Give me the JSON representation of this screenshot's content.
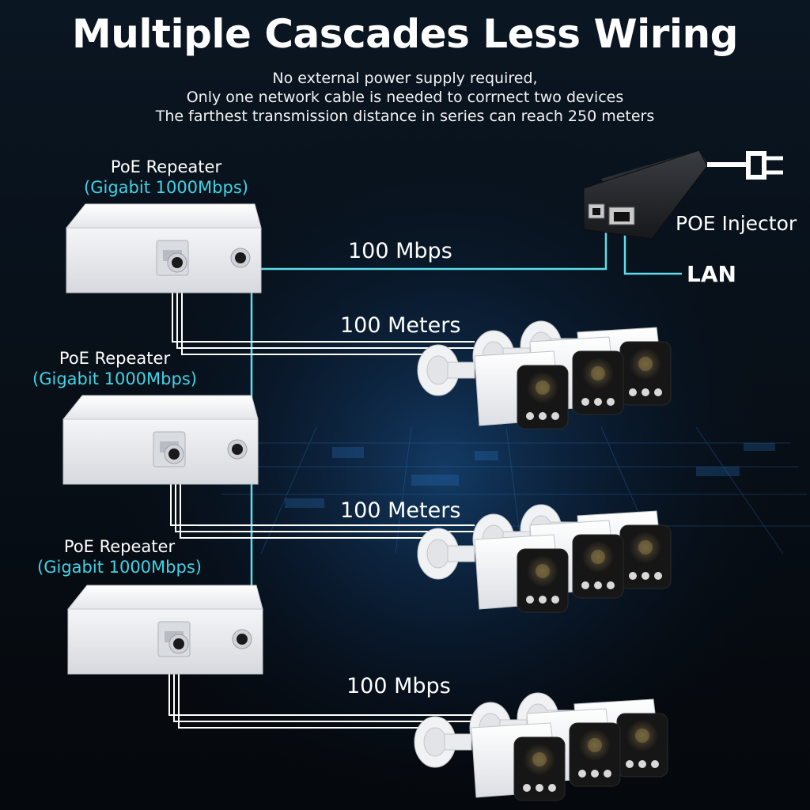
{
  "header": {
    "title": "Multiple Cascades Less Wiring",
    "lines": [
      "No external power supply required,",
      "Only one network cable is needed to corrnect two devices",
      "The farthest transmission distance in series can reach 250 meters"
    ]
  },
  "repeaters": [
    {
      "name": "PoE Repeater",
      "speed": "(Gigabit 1000Mbps)"
    },
    {
      "name": "PoE Repeater",
      "speed": "(Gigabit 1000Mbps)"
    },
    {
      "name": "PoE Repeater",
      "speed": "(Gigabit 1000Mbps)"
    }
  ],
  "injector": {
    "name": "POE Injector",
    "lan": "LAN"
  },
  "links": {
    "top": "100 Mbps",
    "first": "100 Meters",
    "second": "100 Meters",
    "bottom": "100 Mbps"
  },
  "colors": {
    "accent": "#3fd4e6",
    "cable": "#5fdcea",
    "white_cable": "#ffffff",
    "background": "#05080c",
    "grid_glow": "#1e5fa8"
  },
  "icons": [
    "poe-repeater-device",
    "poe-injector-device",
    "power-plug-icon",
    "bullet-camera"
  ]
}
